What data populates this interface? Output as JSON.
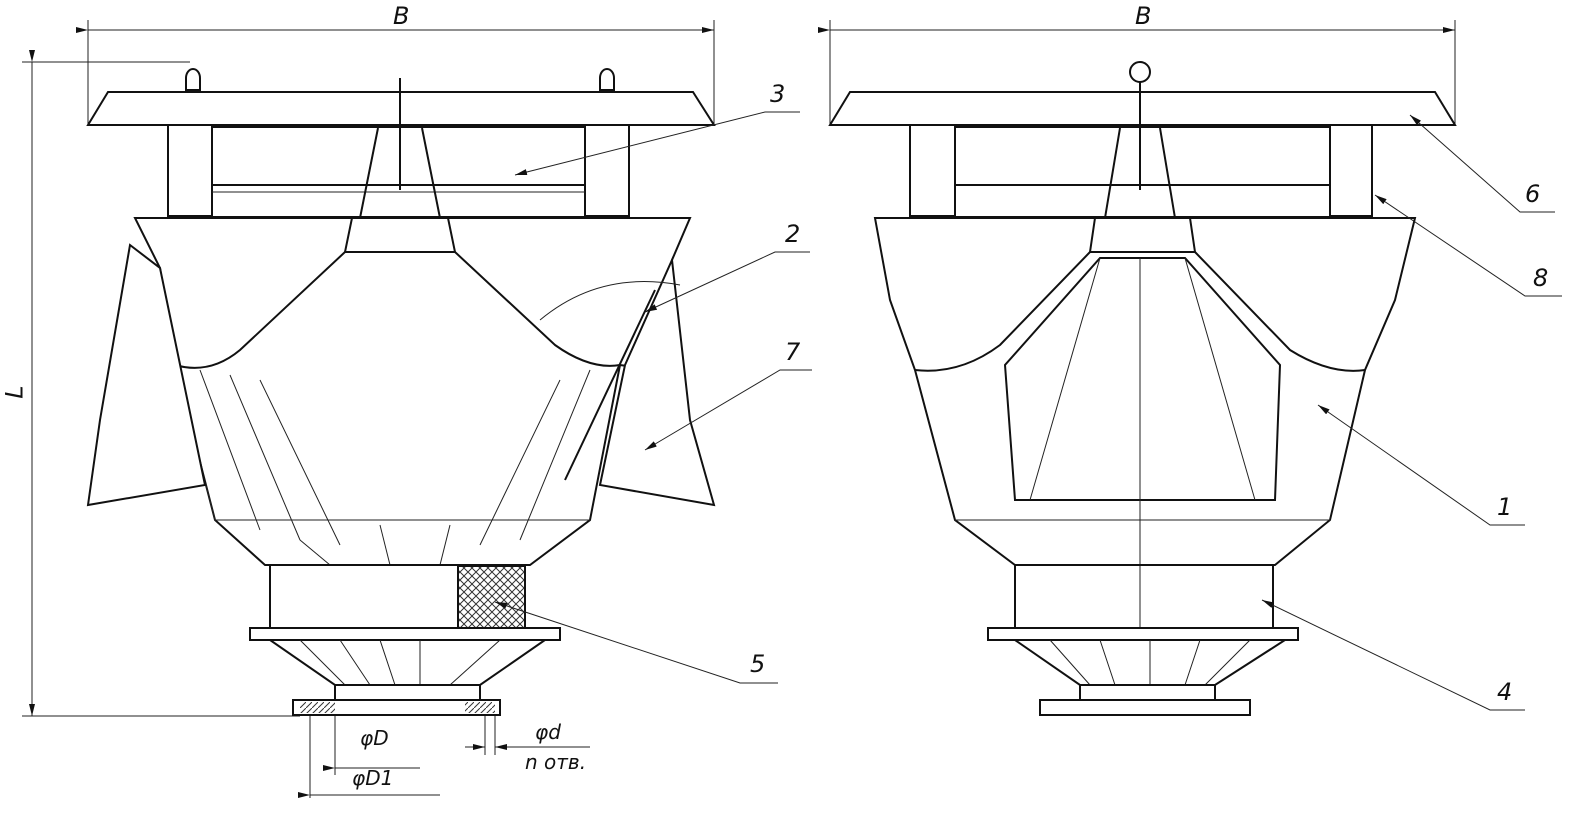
{
  "dimensions": {
    "width_left": "B",
    "width_right": "B",
    "height": "L",
    "flange_inner": "φD",
    "flange_outer": "φD1",
    "hole_diameter": "φd",
    "hole_count": "n отв."
  },
  "callouts": {
    "c1": "1",
    "c2": "2",
    "c3": "3",
    "c4": "4",
    "c5": "5",
    "c6": "6",
    "c7": "7",
    "c8": "8"
  }
}
